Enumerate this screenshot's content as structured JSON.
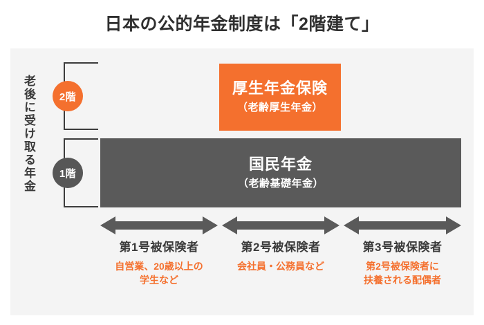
{
  "page": {
    "title": "日本の公的年金制度は「2階建て」",
    "accent_color": "#f4702e",
    "neutral_color": "#5a5a5a",
    "panel_bg": "#f4f4f4"
  },
  "side_label": {
    "text": "老後に受け取る年金"
  },
  "tiers": [
    {
      "badge": "2階",
      "color": "#f4702e"
    },
    {
      "badge": "1階",
      "color": "#575757"
    }
  ],
  "boxes": {
    "tier2": {
      "main": "厚生年金保険",
      "sub": "（老齢厚生年金）",
      "color": "#f4702e"
    },
    "tier1": {
      "main": "国民年金",
      "sub": "（老齢基礎年金）",
      "color": "#5a5a5a"
    }
  },
  "columns": [
    {
      "title": "第1号被保険者",
      "sub_line1": "自営業、20歳以上の",
      "sub_line2": "学生など",
      "arrow": "double-headed-arrow"
    },
    {
      "title": "第2号被保険者",
      "sub_line1": "会社員・公務員など",
      "sub_line2": "",
      "arrow": "double-headed-arrow"
    },
    {
      "title": "第3号被保険者",
      "sub_line1": "第2号被保険者に",
      "sub_line2": "扶養される配偶者",
      "arrow": "double-headed-arrow"
    }
  ]
}
